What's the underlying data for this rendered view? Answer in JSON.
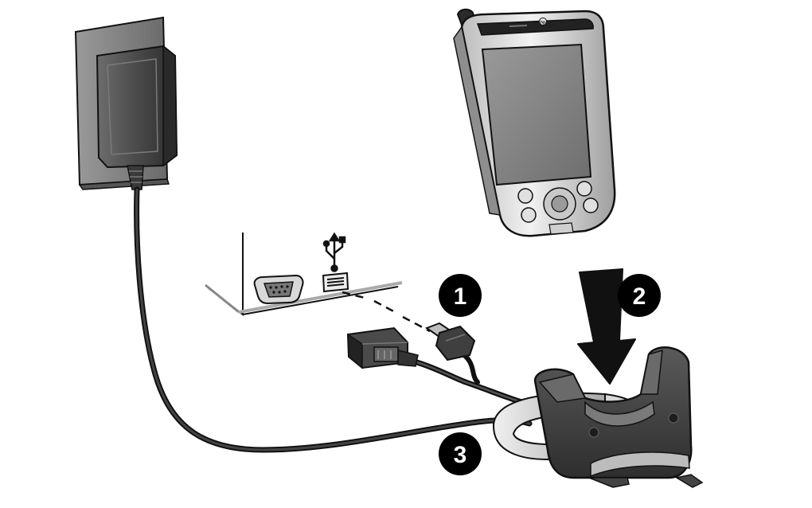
{
  "steps": [
    {
      "number": "1"
    },
    {
      "number": "2"
    },
    {
      "number": "3"
    }
  ],
  "device_brand_mark": "hp",
  "colors": {
    "background": "#ffffff",
    "outline": "#111111",
    "dark_plastic": "#4a4a4a",
    "mid_gray": "#8c8c8c",
    "light_gray": "#cfcfcf",
    "screen": "#8a8a8a",
    "step_badge": "#000000",
    "step_text": "#ffffff"
  },
  "icons": [
    "power-adapter-icon",
    "usb-symbol-icon",
    "serial-port-icon",
    "usb-port-icon",
    "down-arrow-icon"
  ]
}
